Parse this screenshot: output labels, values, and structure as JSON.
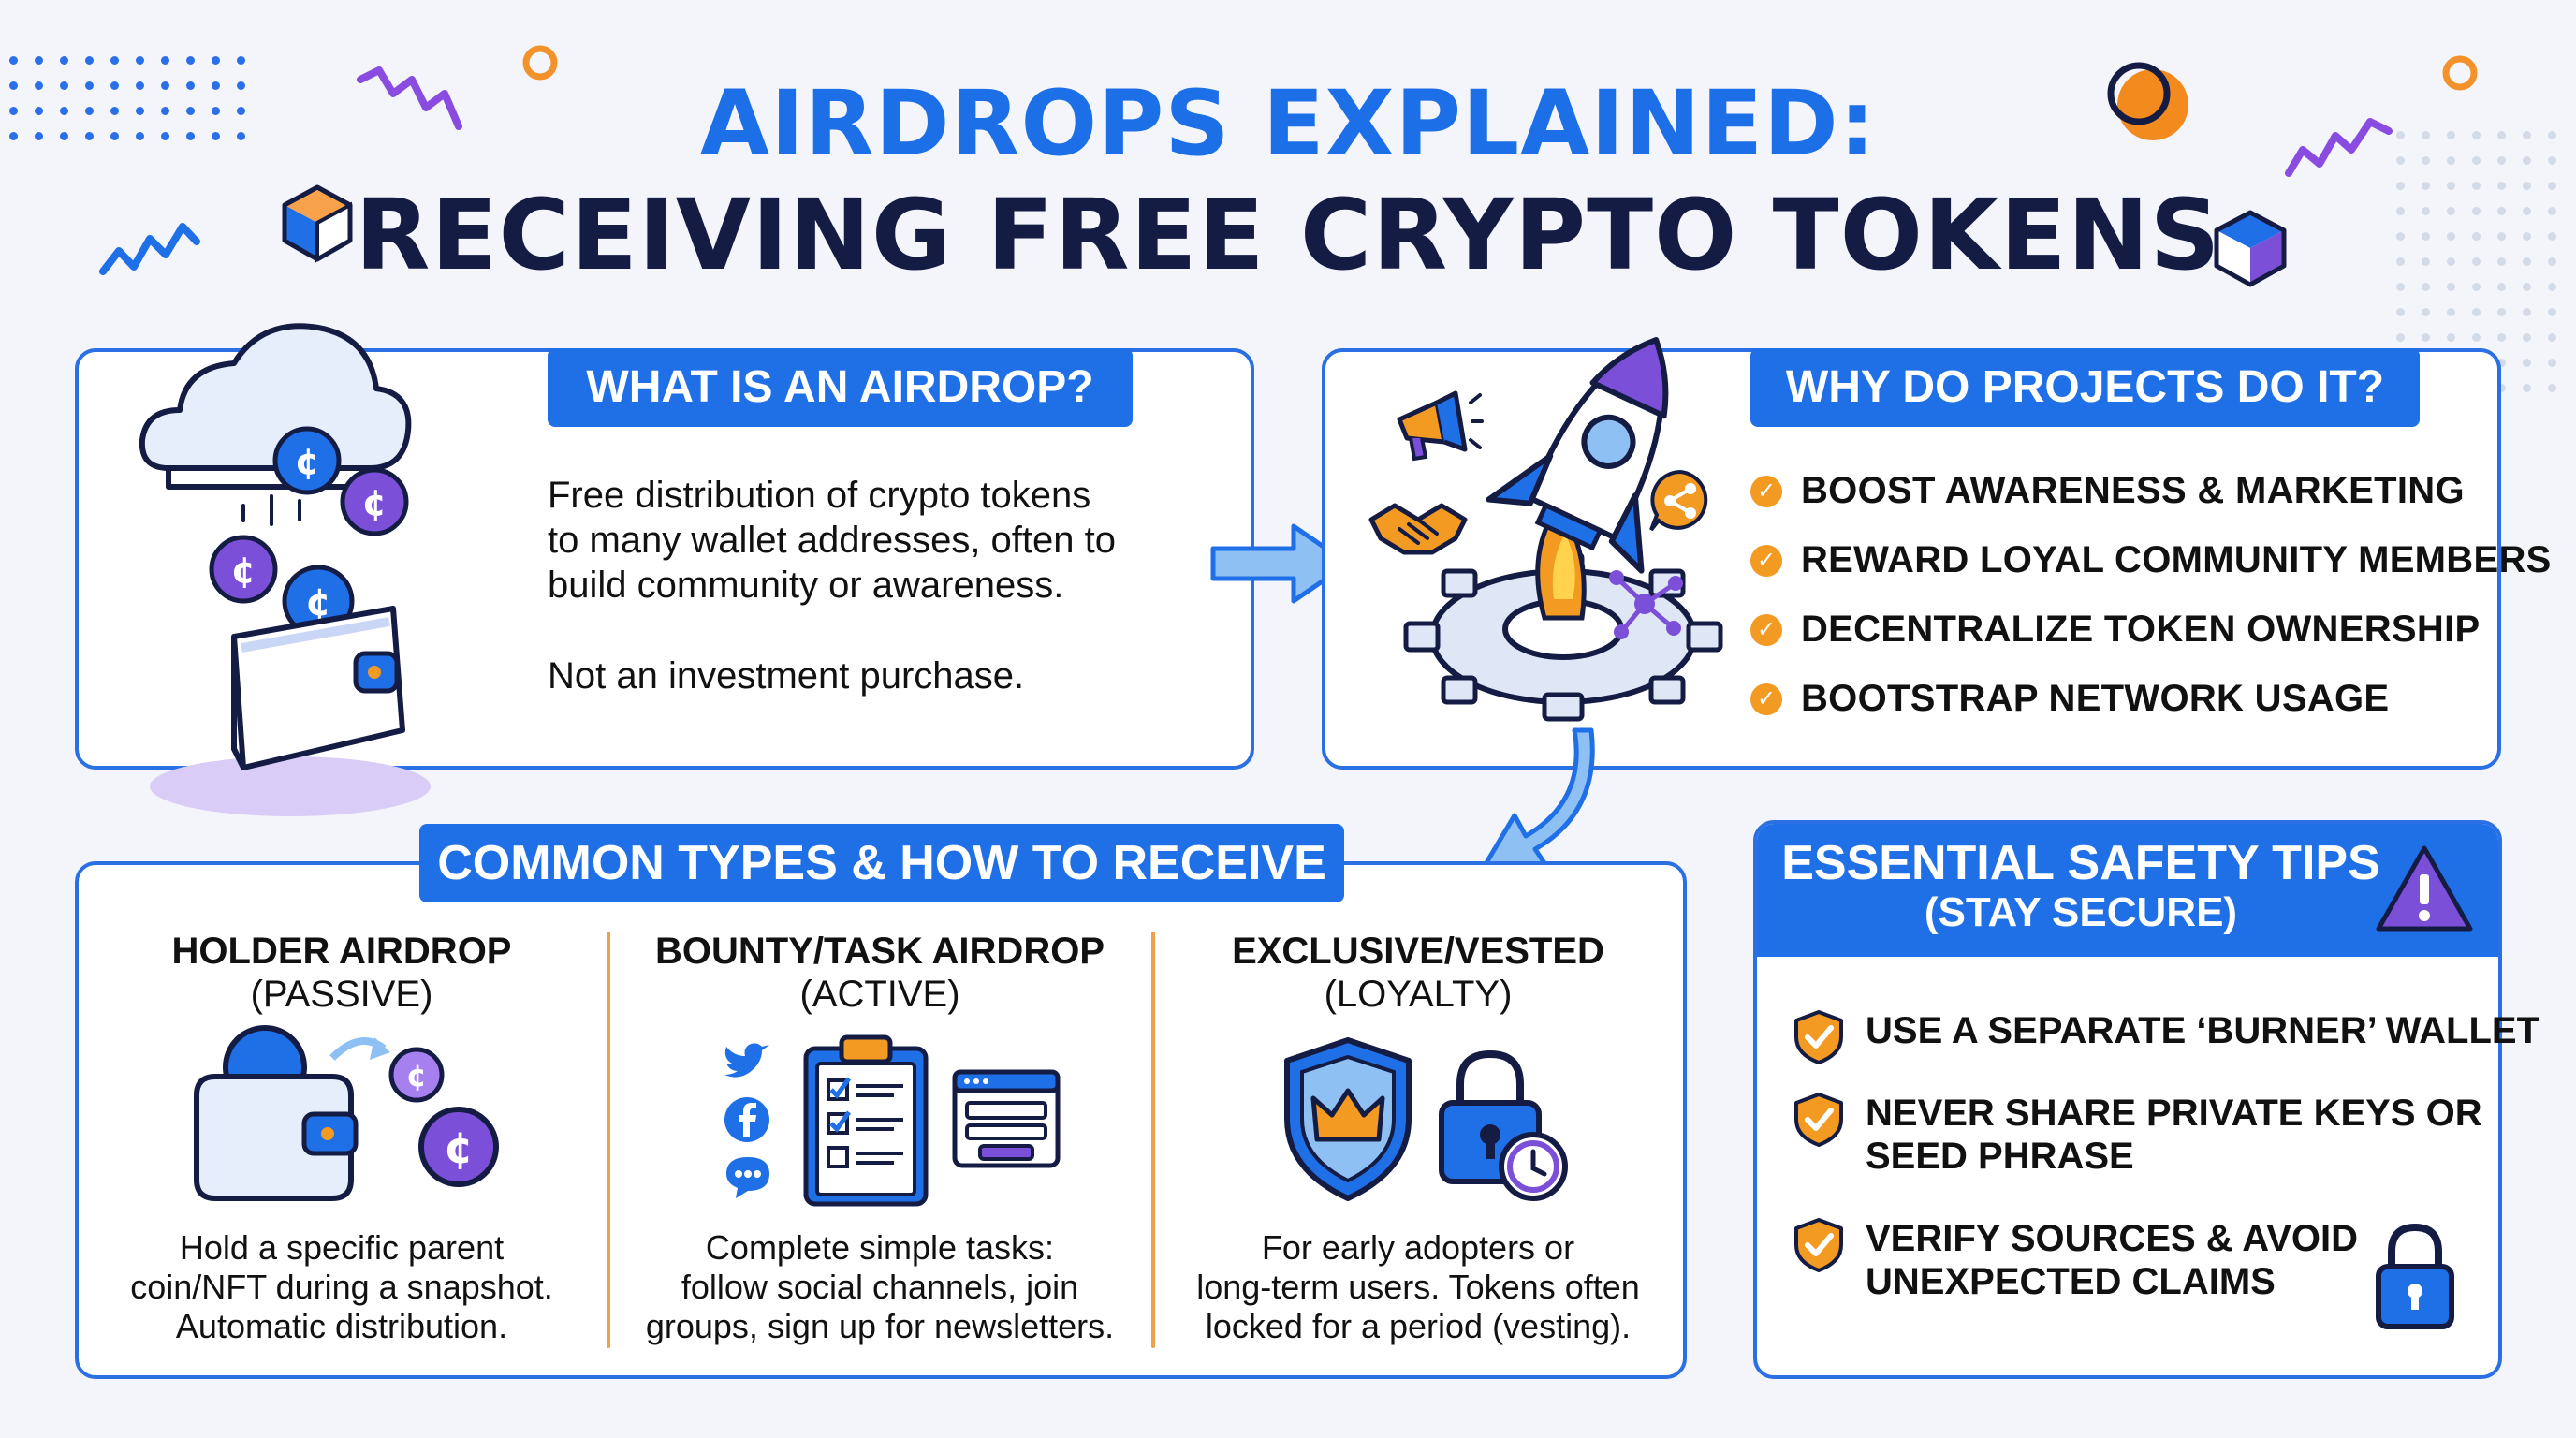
{
  "header": {
    "title_line1": "AIRDROPS EXPLAINED:",
    "title_line2": "RECEIVING FREE CRYPTO TOKENS"
  },
  "what_is": {
    "heading": "WHAT IS AN AIRDROP?",
    "line1": "Free distribution of crypto tokens",
    "line2": "to many wallet addresses, often to",
    "line3": "build community or awareness.",
    "note": "Not an investment purchase."
  },
  "why": {
    "heading": "WHY DO PROJECTS DO IT?",
    "items": [
      "BOOST AWARENESS & MARKETING",
      "REWARD LOYAL COMMUNITY MEMBERS",
      "DECENTRALIZE TOKEN OWNERSHIP",
      "BOOTSTRAP NETWORK USAGE"
    ]
  },
  "types": {
    "heading": "COMMON TYPES & HOW TO RECEIVE",
    "columns": [
      {
        "title": "HOLDER AIRDROP",
        "subtitle": "(PASSIVE)",
        "desc1": "Hold a specific parent",
        "desc2": "coin/NFT during a snapshot.",
        "desc3": "Automatic distribution."
      },
      {
        "title": "BOUNTY/TASK AIRDROP",
        "subtitle": "(ACTIVE)",
        "desc1": "Complete simple tasks:",
        "desc2": "follow social channels, join",
        "desc3": "groups, sign up for newsletters."
      },
      {
        "title": "EXCLUSIVE/VESTED",
        "subtitle": "(LOYALTY)",
        "desc1": "For early adopters or",
        "desc2": "long-term users. Tokens often",
        "desc3": "locked for a period (vesting)."
      }
    ]
  },
  "safety": {
    "heading": "ESSENTIAL SAFETY TIPS",
    "subheading": "(STAY SECURE)",
    "tips": [
      {
        "line1": "USE A SEPARATE ‘BURNER’ WALLET",
        "line2": ""
      },
      {
        "line1": "NEVER SHARE PRIVATE KEYS OR",
        "line2": "SEED PHRASE"
      },
      {
        "line1": "VERIFY SOURCES & AVOID",
        "line2": "UNEXPECTED CLAIMS"
      }
    ]
  },
  "colors": {
    "primary_blue": "#1f6fe6",
    "navy": "#141c44",
    "orange": "#f39a22",
    "purple": "#7b4fd8",
    "background": "#f3f5fb"
  },
  "icons": [
    "cloud-coins-wallet-icon",
    "rocket-gear-icon",
    "megaphone-icon",
    "handshake-icon",
    "share-icon",
    "network-icon",
    "wallet-coins-icon",
    "clipboard-checklist-icon",
    "twitter-icon",
    "facebook-icon",
    "chat-icon",
    "browser-window-icon",
    "crown-shield-icon",
    "lock-clock-icon",
    "warning-icon",
    "shield-check-icon",
    "padlock-icon",
    "cube-icon",
    "ring-icon",
    "squiggle-icon",
    "curved-arrow-icon",
    "right-arrow-icon"
  ]
}
